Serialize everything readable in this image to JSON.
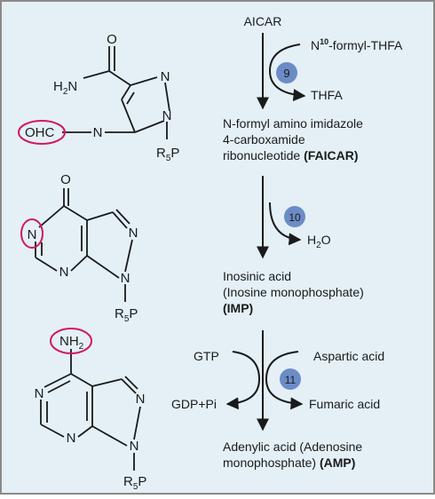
{
  "colors": {
    "background": "#e4f0f6",
    "border": "#8a8a8a",
    "line": "#1a1a1a",
    "highlight_ellipse": "#d0195f",
    "enzyme_circle": "#6b8cc6"
  },
  "structures": {
    "faicar": {
      "o": "O",
      "h2n_h": "H",
      "h2n_sub": "2",
      "h2n_n": "N",
      "n_ring_top": "N",
      "n_amide": "N",
      "n_ring_bottom": "N",
      "ohc": "OHC",
      "r": "R",
      "r_sub": "5",
      "p": "P"
    },
    "imp": {
      "o": "O",
      "n1": "N",
      "n3": "N",
      "n7": "N",
      "n9": "N",
      "r": "R",
      "r_sub": "5",
      "p": "P"
    },
    "amp": {
      "nh": "NH",
      "nh_sub": "2",
      "n1": "N",
      "n3": "N",
      "n7": "N",
      "n9": "N",
      "r": "R",
      "r_sub": "5",
      "p": "P"
    }
  },
  "pathway": {
    "aicar": "AICAR",
    "formyl_n": "N",
    "formyl_sup": "10",
    "formyl_rest": "-formyl-THFA",
    "thfa": "THFA",
    "enzyme_9": "9",
    "faicar_line1": "N-formyl amino imidazole",
    "faicar_line2": "4-carboxamide",
    "faicar_line3": "ribonucleotide",
    "faicar_abbr": "(FAICAR)",
    "enzyme_10": "10",
    "water_h": "H",
    "water_sub": "2",
    "water_o": "O",
    "imp_line1": "Inosinic acid",
    "imp_line2": "(Inosine monophosphate)",
    "imp_abbr": "(IMP)",
    "gtp": "GTP",
    "aspartic": "Aspartic acid",
    "enzyme_11": "11",
    "gdp": "GDP+Pi",
    "fumaric": "Fumaric acid",
    "amp_line1": "Adenylic acid (Adenosine",
    "amp_line2": "monophosphate)",
    "amp_abbr": "(AMP)"
  }
}
